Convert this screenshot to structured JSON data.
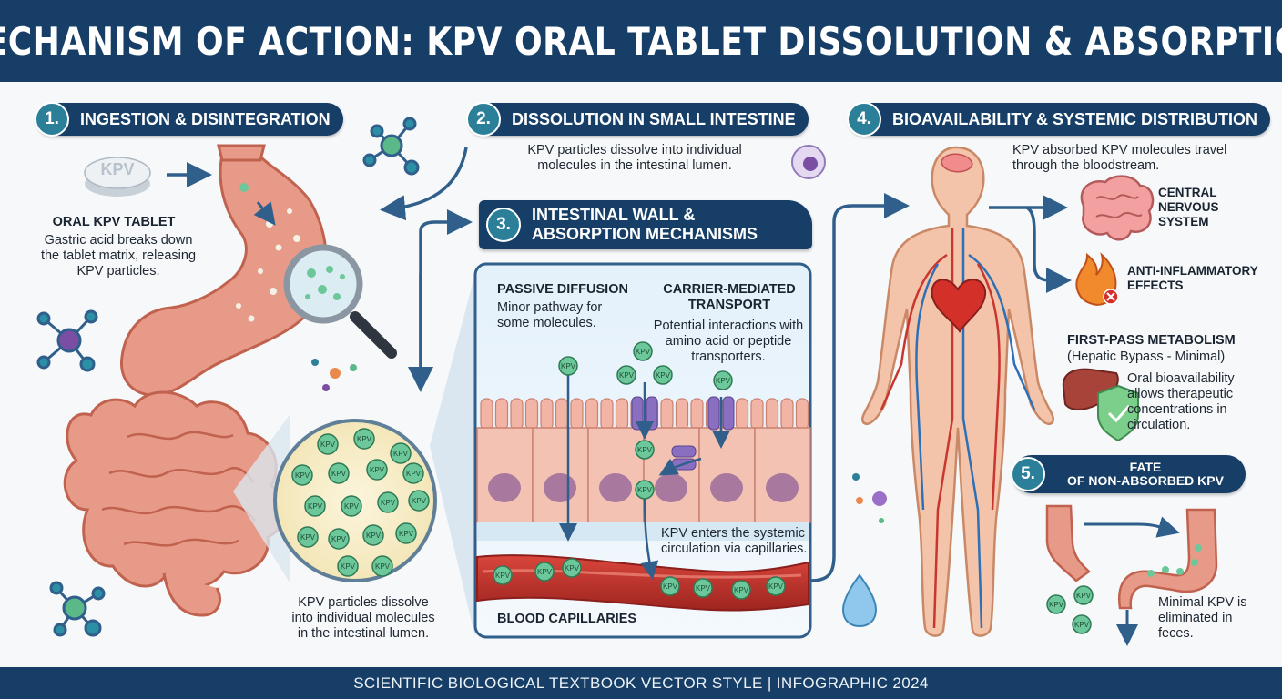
{
  "title": "MECHANISM OF ACTION: KPV ORAL TABLET DISSOLUTION & ABSORPTION",
  "footer": "SCIENTIFIC BIOLOGICAL TEXTBOOK VECTOR STYLE | INFOGRAPHIC 2024",
  "step1": {
    "number": "1.",
    "label": "INGESTION & DISINTEGRATION",
    "tablet_mark": "KPV",
    "heading": "ORAL KPV TABLET",
    "text": "Gastric acid breaks down the tablet matrix, releasing KPV particles.",
    "intestine_text": "KPV particles dissolve into individual molecules in the intestinal lumen."
  },
  "step2": {
    "number": "2.",
    "label": "DISSOLUTION IN SMALL INTESTINE",
    "text": "KPV particles dissolve into individual molecules in the intestinal lumen."
  },
  "step3": {
    "number": "3.",
    "label": "INTESTINAL WALL & ABSORPTION MECHANISMS",
    "passive_heading": "PASSIVE DIFFUSION",
    "passive_text": "Minor pathway for some molecules.",
    "carrier_heading": "CARRIER-MEDIATED TRANSPORT",
    "carrier_text": "Potential interactions with amino acid or peptide transporters.",
    "circulation_text": "KPV enters the systemic circulation via capillaries.",
    "capillaries_label": "BLOOD CAPILLARIES",
    "molecule_label": "KPV"
  },
  "step4": {
    "number": "4.",
    "label": "BIOAVAILABILITY & SYSTEMIC DISTRIBUTION",
    "text": "KPV absorbed KPV molecules travel through the bloodstream.",
    "cns_label": "CENTRAL NERVOUS SYSTEM",
    "antiinflammatory_label": "ANTI-INFLAMMATORY EFFECTS",
    "firstpass_heading": "FIRST-PASS METABOLISM",
    "firstpass_sub": "(Hepatic Bypass - Minimal)",
    "firstpass_text": "Oral bioavailability allows therapeutic concentrations in circulation."
  },
  "step5": {
    "number": "5.",
    "label_line1": "FATE",
    "label_line2": "OF NON-ABSORBED KPV",
    "text": "Minimal KPV is eliminated in feces.",
    "molecule_label": "KPV"
  },
  "colors": {
    "navy": "#163e66",
    "teal": "#2b7f99",
    "arrow": "#2f5f8a",
    "tissue": "#e89a88",
    "molecule": "#6cc79a",
    "blood": "#c8362f"
  }
}
